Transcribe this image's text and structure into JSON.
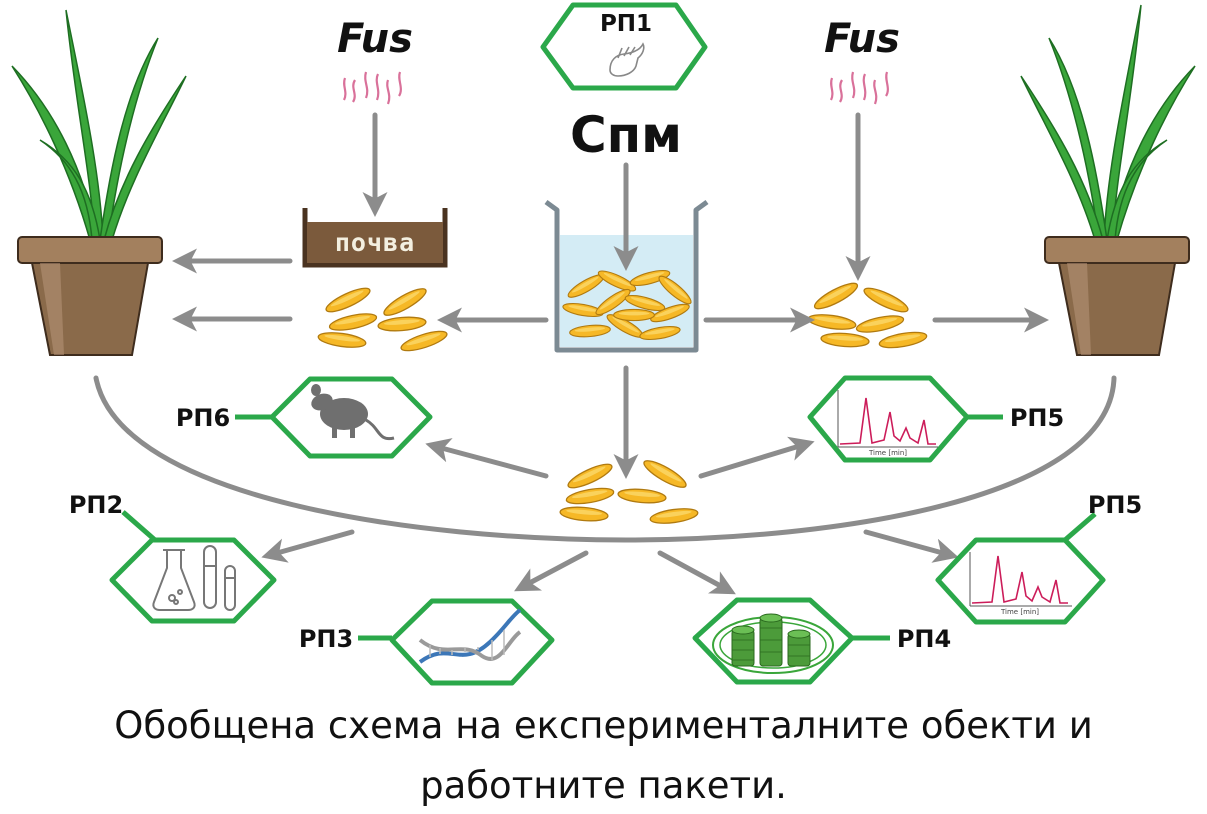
{
  "labels": {
    "fus_left": "Fus",
    "fus_right": "Fus",
    "spm": "Спм",
    "soil": "почва",
    "wp1": "РП1",
    "wp2": "РП2",
    "wp3": "РП3",
    "wp4": "РП4",
    "wp5_top": "РП5",
    "wp5_bottom": "РП5",
    "wp6": "РП6",
    "chart_axis_top": "Time [min]",
    "chart_axis_bottom": "Time [min]"
  },
  "caption": {
    "line1": "Обобщена схема на експерименталните обекти и",
    "line2": "работните пакети."
  },
  "colors": {
    "green_outline": "#2ba84a",
    "seed": "#f6b826",
    "arrow": "#8c8c8c",
    "pot": "#8a6a4a",
    "soil": "#7b5a3c",
    "water": "#d4ecf5",
    "fungus": "#d9719a",
    "chromatogram": "#cc1d5a",
    "leaf": "#3aa63a"
  },
  "icons": [
    "glove-icon",
    "rat-icon",
    "lab-glassware-icon",
    "dna-icon",
    "coins-icon",
    "chromatogram-icon"
  ]
}
